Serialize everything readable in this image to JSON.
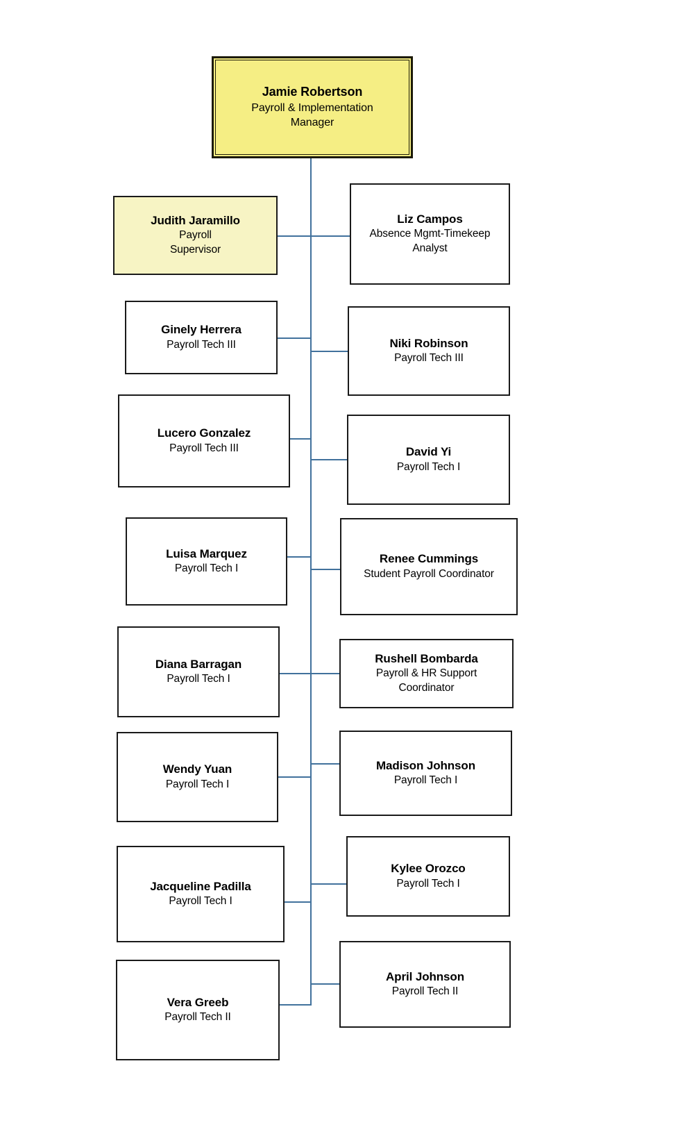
{
  "chart": {
    "type": "org-chart",
    "accent_line_color": "#41719c",
    "box_border_color": "#1a1a1a",
    "highlight_fill": "#f5ee84",
    "secondary_highlight_fill": "#f7f4c4",
    "default_fill": "#ffffff",
    "root": {
      "name": "Jamie Robertson",
      "title_line1": "Payroll & Implementation",
      "title_line2": "Manager",
      "fill": "#f5ee84"
    },
    "nodes": [
      {
        "id": "judith-jaramillo",
        "name": "Judith Jaramillo",
        "title_line1": "Payroll",
        "title_line2": "Supervisor",
        "column": "left",
        "fill": "#f7f4c4"
      },
      {
        "id": "liz-campos",
        "name": "Liz Campos",
        "title_line1": "Absence Mgmt-Timekeep",
        "title_line2": "Analyst",
        "column": "right",
        "fill": "#ffffff"
      },
      {
        "id": "ginely-herrera",
        "name": "Ginely Herrera",
        "title_line1": "Payroll Tech III",
        "title_line2": "",
        "column": "left",
        "fill": "#ffffff"
      },
      {
        "id": "niki-robinson",
        "name": "Niki Robinson",
        "title_line1": "Payroll Tech III",
        "title_line2": "",
        "column": "right",
        "fill": "#ffffff"
      },
      {
        "id": "lucero-gonzalez",
        "name": "Lucero Gonzalez",
        "title_line1": "Payroll Tech III",
        "title_line2": "",
        "column": "left",
        "fill": "#ffffff"
      },
      {
        "id": "david-yi",
        "name": "David Yi",
        "title_line1": "Payroll Tech I",
        "title_line2": "",
        "column": "right",
        "fill": "#ffffff"
      },
      {
        "id": "luisa-marquez",
        "name": "Luisa Marquez",
        "title_line1": "Payroll Tech I",
        "title_line2": "",
        "column": "left",
        "fill": "#ffffff"
      },
      {
        "id": "renee-cummings",
        "name": "Renee Cummings",
        "title_line1": "Student Payroll Coordinator",
        "title_line2": "",
        "column": "right",
        "fill": "#ffffff"
      },
      {
        "id": "diana-barragan",
        "name": "Diana Barragan",
        "title_line1": "Payroll Tech I",
        "title_line2": "",
        "column": "left",
        "fill": "#ffffff"
      },
      {
        "id": "rushell-bombarda",
        "name": "Rushell Bombarda",
        "title_line1": "Payroll & HR Support",
        "title_line2": "Coordinator",
        "column": "right",
        "fill": "#ffffff"
      },
      {
        "id": "wendy-yuan",
        "name": "Wendy Yuan",
        "title_line1": "Payroll Tech I",
        "title_line2": "",
        "column": "left",
        "fill": "#ffffff"
      },
      {
        "id": "madison-johnson",
        "name": "Madison Johnson",
        "title_line1": "Payroll Tech I",
        "title_line2": "",
        "column": "right",
        "fill": "#ffffff"
      },
      {
        "id": "jacqueline-padilla",
        "name": "Jacqueline Padilla",
        "title_line1": "Payroll Tech I",
        "title_line2": "",
        "column": "left",
        "fill": "#ffffff"
      },
      {
        "id": "kylee-orozco",
        "name": "Kylee Orozco",
        "title_line1": "Payroll Tech I",
        "title_line2": "",
        "column": "right",
        "fill": "#ffffff"
      },
      {
        "id": "april-johnson",
        "name": "April Johnson",
        "title_line1": "Payroll Tech II",
        "title_line2": "",
        "column": "right",
        "fill": "#ffffff"
      },
      {
        "id": "vera-greeb",
        "name": "Vera Greeb",
        "title_line1": "Payroll Tech II",
        "title_line2": "",
        "column": "left",
        "fill": "#ffffff"
      }
    ]
  }
}
